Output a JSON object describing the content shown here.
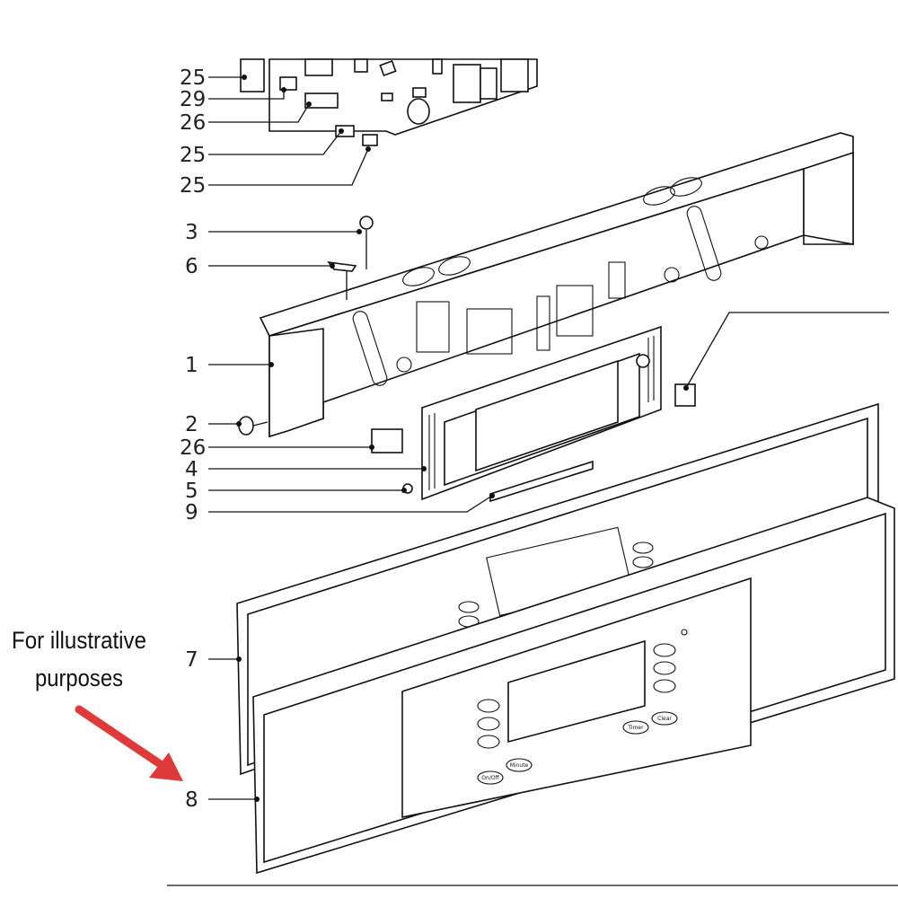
{
  "callouts": {
    "c25a": "25",
    "c29": "29",
    "c26a": "26",
    "c25b": "25",
    "c25c": "25",
    "c3": "3",
    "c6": "6",
    "c1": "1",
    "c2": "2",
    "c26b": "26",
    "c4": "4",
    "c5": "5",
    "c9": "9",
    "c7": "7",
    "c8": "8"
  },
  "note": {
    "line1": "For illustrative",
    "line2": "purposes"
  },
  "panel_buttons": {
    "onoff": "On/Off",
    "minute": "Minute",
    "timer": "Timer",
    "clear": "Clear"
  },
  "colors": {
    "arrow": "#e0393a",
    "ink": "#111111"
  },
  "icons": [
    "arrow-pointer-icon"
  ]
}
